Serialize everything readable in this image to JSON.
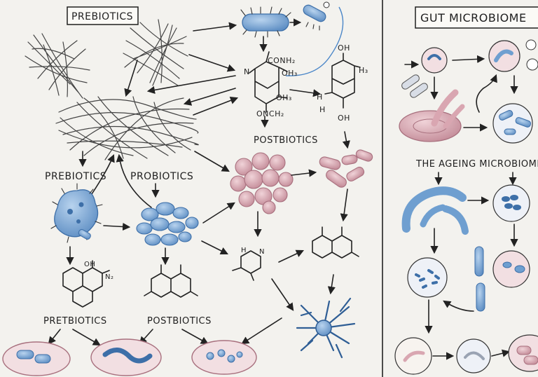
{
  "labels": {
    "prebiotics_title": "PREBIOTICS",
    "gut_microbiome_title": "GUT MICROBIOME",
    "prebiotics_left": "PREBIOTICS",
    "probiotics": "PROBIOTICS",
    "postbiotics_center": "POSTBIOTICS",
    "pretbiotics_bottom": "PRETBIOTICS",
    "postbiotics_bottom": "POSTBIOTICS",
    "ageing_microbiome": "THE AGEING MICROBIOME"
  },
  "chemistry": {
    "conh2": "CONH₂",
    "oh3_a": "OH₃",
    "oh3_b": "OH₃",
    "n_ring": "N",
    "onch2": "ONCH₂",
    "oh_top": "OH",
    "h3_right": "H₃",
    "h_left": "H",
    "h_mid": "H",
    "oh_bottom": "OH",
    "n2": "N₂",
    "oh_n": "OH",
    "h_small": "H",
    "n_small": "N"
  },
  "colors": {
    "blue": "#6f9fd0",
    "blue_dark": "#3d6fa8",
    "pink": "#d9a6b1",
    "pink_dark": "#a8707e",
    "ink": "#1f1f1f"
  }
}
